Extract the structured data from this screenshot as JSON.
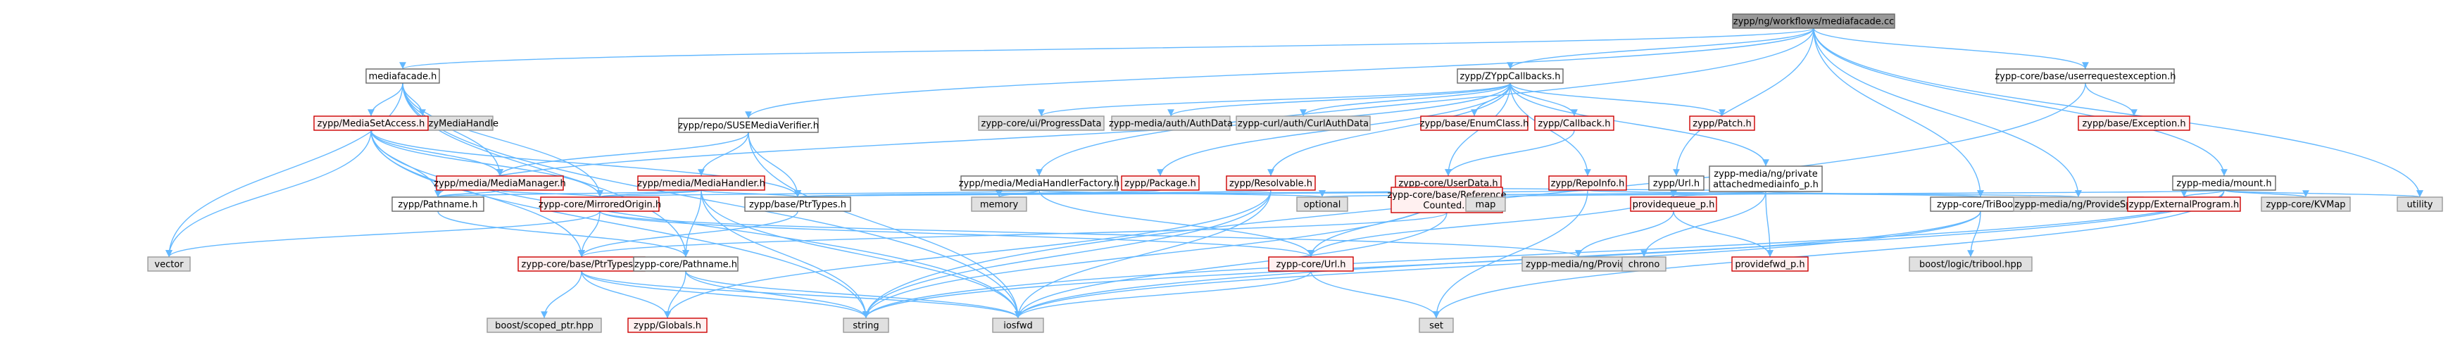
{
  "colors": {
    "root_fill": "#999999",
    "root_border": "#666666",
    "normal_fill": "#ffffff",
    "normal_border": "#666666",
    "missing_fill": "#fff0f0",
    "missing_border": "#cc0000",
    "missing_text": "#cc0000",
    "external_fill": "#e0e0e0",
    "external_border": "#999999",
    "edge": "#63b8ff"
  },
  "nodes": [
    {
      "id": "root",
      "label": "zypp/ng/workflows/mediafacade.cc",
      "kind": "root"
    },
    {
      "id": "mediafacade_h",
      "label": "mediafacade.h",
      "kind": "normal"
    },
    {
      "id": "zyppcallbacks",
      "label": "zypp/ZYppCallbacks.h",
      "kind": "normal"
    },
    {
      "id": "userreqexc",
      "label": "zypp-core/base/userrequestexception.h",
      "kind": "normal"
    },
    {
      "id": "lazymediahandle",
      "label": "zypp-media/ng/LazyMediaHandle",
      "kind": "external"
    },
    {
      "id": "mediasetaccess",
      "label": "zypp/MediaSetAccess.h",
      "kind": "missing"
    },
    {
      "id": "progressdata",
      "label": "zypp-core/ui/ProgressData",
      "kind": "external"
    },
    {
      "id": "authdata",
      "label": "zypp-media/auth/AuthData",
      "kind": "external"
    },
    {
      "id": "curlauthdata",
      "label": "zypp-curl/auth/CurlAuthData",
      "kind": "external"
    },
    {
      "id": "enumclass",
      "label": "zypp/base/EnumClass.h",
      "kind": "missing"
    },
    {
      "id": "callback",
      "label": "zypp/Callback.h",
      "kind": "missing"
    },
    {
      "id": "patch",
      "label": "zypp/Patch.h",
      "kind": "missing"
    },
    {
      "id": "base_exception",
      "label": "zypp/base/Exception.h",
      "kind": "missing"
    },
    {
      "id": "susemediaverifier",
      "label": "zypp/repo/SUSEMediaVerifier.h",
      "kind": "normal"
    },
    {
      "id": "mediamanager",
      "label": "zypp/media/MediaManager.h",
      "kind": "missing"
    },
    {
      "id": "mediahandler",
      "label": "zypp/media/MediaHandler.h",
      "kind": "missing"
    },
    {
      "id": "mediahandlerfactory",
      "label": "zypp/media/MediaHandlerFactory.h",
      "kind": "normal"
    },
    {
      "id": "package",
      "label": "zypp/Package.h",
      "kind": "missing"
    },
    {
      "id": "resolvable",
      "label": "zypp/Resolvable.h",
      "kind": "missing"
    },
    {
      "id": "userdata",
      "label": "zypp-core/UserData.h",
      "kind": "missing"
    },
    {
      "id": "repoinfo",
      "label": "zypp/RepoInfo.h",
      "kind": "missing"
    },
    {
      "id": "zypp_url",
      "label": "zypp/Url.h",
      "kind": "normal"
    },
    {
      "id": "attachedmediainfo",
      "label": "zypp-media/ng/private\nattachedmediainfo_p.h",
      "kind": "normal"
    },
    {
      "id": "mount",
      "label": "zypp-media/mount.h",
      "kind": "normal"
    },
    {
      "id": "pathname",
      "label": "zypp/Pathname.h",
      "kind": "normal"
    },
    {
      "id": "mirroredorigin",
      "label": "zypp-core/MirroredOrigin.h",
      "kind": "missing"
    },
    {
      "id": "memory",
      "label": "memory",
      "kind": "external"
    },
    {
      "id": "optional",
      "label": "optional",
      "kind": "external"
    },
    {
      "id": "base_ptrtypes",
      "label": "zypp/base/PtrTypes.h",
      "kind": "normal"
    },
    {
      "id": "refcounted",
      "label": "zypp-core/base/Reference\nCounted.h",
      "kind": "missing"
    },
    {
      "id": "map",
      "label": "map",
      "kind": "external"
    },
    {
      "id": "providequeue",
      "label": "providequeue_p.h",
      "kind": "missing"
    },
    {
      "id": "tribool",
      "label": "zypp-core/TriBool.h",
      "kind": "normal"
    },
    {
      "id": "providespec",
      "label": "zypp-media/ng/ProvideSpec",
      "kind": "external"
    },
    {
      "id": "externalprogram",
      "label": "zypp/ExternalProgram.h",
      "kind": "missing"
    },
    {
      "id": "kvmap",
      "label": "zypp-core/KVMap",
      "kind": "external"
    },
    {
      "id": "utility",
      "label": "utility",
      "kind": "external"
    },
    {
      "id": "vector",
      "label": "vector",
      "kind": "external"
    },
    {
      "id": "core_ptrtypes",
      "label": "zypp-core/base/PtrTypes.h",
      "kind": "missing"
    },
    {
      "id": "core_pathname",
      "label": "zypp-core/Pathname.h",
      "kind": "normal"
    },
    {
      "id": "core_url",
      "label": "zypp-core/Url.h",
      "kind": "missing"
    },
    {
      "id": "provide",
      "label": "zypp-media/ng/Provide",
      "kind": "external"
    },
    {
      "id": "chrono",
      "label": "chrono",
      "kind": "external"
    },
    {
      "id": "providefwd",
      "label": "providefwd_p.h",
      "kind": "missing"
    },
    {
      "id": "triboolhpp",
      "label": "boost/logic/tribool.hpp",
      "kind": "external"
    },
    {
      "id": "scopedptr",
      "label": "boost/scoped_ptr.hpp",
      "kind": "external"
    },
    {
      "id": "globals",
      "label": "zypp/Globals.h",
      "kind": "missing"
    },
    {
      "id": "string",
      "label": "string",
      "kind": "external"
    },
    {
      "id": "iosfwd",
      "label": "iosfwd",
      "kind": "external"
    },
    {
      "id": "set",
      "label": "set",
      "kind": "external"
    }
  ],
  "edges": [
    [
      "root",
      "mediafacade_h"
    ],
    [
      "root",
      "zyppcallbacks"
    ],
    [
      "root",
      "userreqexc"
    ],
    [
      "root",
      "susemediaverifier"
    ],
    [
      "root",
      "mediahandlerfactory"
    ],
    [
      "root",
      "zypp_url"
    ],
    [
      "root",
      "mount"
    ],
    [
      "root",
      "tribool"
    ],
    [
      "root",
      "providespec"
    ],
    [
      "root",
      "utility"
    ],
    [
      "mediafacade_h",
      "lazymediahandle"
    ],
    [
      "mediafacade_h",
      "mediasetaccess"
    ],
    [
      "mediafacade_h",
      "mediamanager"
    ],
    [
      "mediafacade_h",
      "mirroredorigin"
    ],
    [
      "mediafacade_h",
      "vector"
    ],
    [
      "mediafacade_h",
      "core_pathname"
    ],
    [
      "mediafacade_h",
      "iosfwd"
    ],
    [
      "zyppcallbacks",
      "progressdata"
    ],
    [
      "zyppcallbacks",
      "authdata"
    ],
    [
      "zyppcallbacks",
      "curlauthdata"
    ],
    [
      "zyppcallbacks",
      "enumclass"
    ],
    [
      "zyppcallbacks",
      "callback"
    ],
    [
      "zyppcallbacks",
      "patch"
    ],
    [
      "zyppcallbacks",
      "package"
    ],
    [
      "zyppcallbacks",
      "resolvable"
    ],
    [
      "zyppcallbacks",
      "userdata"
    ],
    [
      "zyppcallbacks",
      "repoinfo"
    ],
    [
      "zyppcallbacks",
      "attachedmediainfo"
    ],
    [
      "zyppcallbacks",
      "pathname"
    ],
    [
      "userreqexc",
      "base_exception"
    ],
    [
      "userreqexc",
      "string"
    ],
    [
      "mediasetaccess",
      "mediamanager"
    ],
    [
      "mediasetaccess",
      "pathname"
    ],
    [
      "mediasetaccess",
      "mirroredorigin"
    ],
    [
      "mediasetaccess",
      "base_ptrtypes"
    ],
    [
      "mediasetaccess",
      "vector"
    ],
    [
      "mediasetaccess",
      "core_ptrtypes"
    ],
    [
      "mediasetaccess",
      "string"
    ],
    [
      "mediasetaccess",
      "iosfwd"
    ],
    [
      "callback",
      "userdata"
    ],
    [
      "susemediaverifier",
      "mediamanager"
    ],
    [
      "susemediaverifier",
      "mediahandler"
    ],
    [
      "susemediaverifier",
      "base_ptrtypes"
    ],
    [
      "susemediaverifier",
      "iosfwd"
    ],
    [
      "mediamanager",
      "pathname"
    ],
    [
      "mediamanager",
      "mirroredorigin"
    ],
    [
      "mediahandler",
      "pathname"
    ],
    [
      "mediahandler",
      "mirroredorigin"
    ],
    [
      "mediahandler",
      "base_ptrtypes"
    ],
    [
      "mediahandler",
      "core_pathname"
    ],
    [
      "mediahandler",
      "string"
    ],
    [
      "mediahandler",
      "iosfwd"
    ],
    [
      "mediahandlerfactory",
      "mirroredorigin"
    ],
    [
      "mediahandlerfactory",
      "memory"
    ],
    [
      "mediahandlerfactory",
      "optional"
    ],
    [
      "mediahandlerfactory",
      "core_url"
    ],
    [
      "package",
      "base_ptrtypes"
    ],
    [
      "resolvable",
      "base_ptrtypes"
    ],
    [
      "resolvable",
      "iosfwd"
    ],
    [
      "resolvable",
      "string"
    ],
    [
      "resolvable",
      "globals"
    ],
    [
      "userdata",
      "map"
    ],
    [
      "userdata",
      "core_url"
    ],
    [
      "userdata",
      "string"
    ],
    [
      "userdata",
      "base_ptrtypes"
    ],
    [
      "repoinfo",
      "base_ptrtypes"
    ],
    [
      "repoinfo",
      "tribool"
    ],
    [
      "repoinfo",
      "set"
    ],
    [
      "zypp_url",
      "core_url"
    ],
    [
      "attachedmediainfo",
      "refcounted"
    ],
    [
      "attachedmediainfo",
      "providequeue"
    ],
    [
      "attachedmediainfo",
      "chrono"
    ],
    [
      "attachedmediainfo",
      "providefwd"
    ],
    [
      "attachedmediainfo",
      "providespec"
    ],
    [
      "attachedmediainfo",
      "optional"
    ],
    [
      "mount",
      "map"
    ],
    [
      "mount",
      "externalprogram"
    ],
    [
      "mount",
      "kvmap"
    ],
    [
      "mount",
      "utility"
    ],
    [
      "mount",
      "iosfwd"
    ],
    [
      "mount",
      "string"
    ],
    [
      "mount",
      "set"
    ],
    [
      "pathname",
      "core_pathname"
    ],
    [
      "mirroredorigin",
      "vector"
    ],
    [
      "mirroredorigin",
      "core_ptrtypes"
    ],
    [
      "mirroredorigin",
      "core_url"
    ],
    [
      "mirroredorigin",
      "provide"
    ],
    [
      "refcounted",
      "core_ptrtypes"
    ],
    [
      "refcounted",
      "iosfwd"
    ],
    [
      "providequeue",
      "provide"
    ],
    [
      "providequeue",
      "providefwd"
    ],
    [
      "tribool",
      "triboolhpp"
    ],
    [
      "tribool",
      "string"
    ],
    [
      "tribool",
      "iosfwd"
    ],
    [
      "base_ptrtypes",
      "core_ptrtypes"
    ],
    [
      "core_ptrtypes",
      "scopedptr"
    ],
    [
      "core_ptrtypes",
      "globals"
    ],
    [
      "core_ptrtypes",
      "string"
    ],
    [
      "core_ptrtypes",
      "iosfwd"
    ],
    [
      "core_pathname",
      "globals"
    ],
    [
      "core_pathname",
      "string"
    ],
    [
      "core_pathname",
      "iosfwd"
    ],
    [
      "core_url",
      "iosfwd"
    ],
    [
      "core_url",
      "set"
    ]
  ]
}
